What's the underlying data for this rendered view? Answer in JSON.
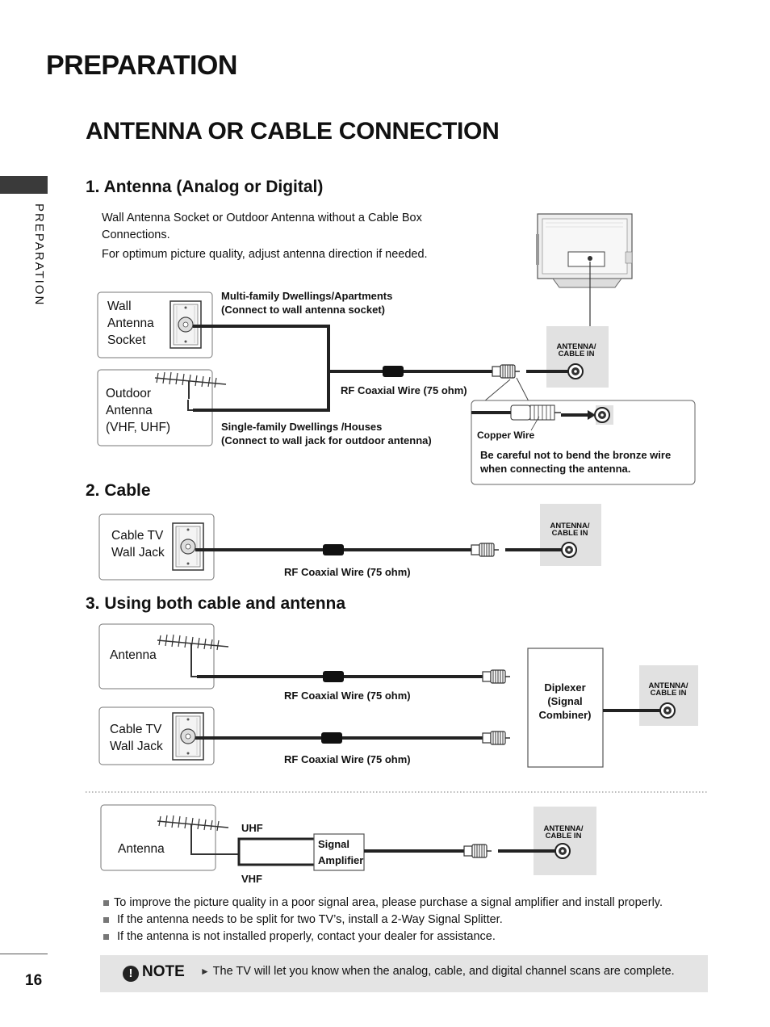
{
  "header": {
    "chapter": "PREPARATION",
    "title": "ANTENNA OR CABLE CONNECTION",
    "side_tab": "PREPARATION",
    "page_number": "16"
  },
  "section1": {
    "heading": "1. Antenna (Analog or Digital)",
    "intro_line1": "Wall Antenna Socket or Outdoor Antenna without a Cable Box Connections.",
    "intro_line2": "For optimum picture quality, adjust antenna direction if needed.",
    "wall_socket_label_1": "Wall",
    "wall_socket_label_2": "Antenna",
    "wall_socket_label_3": "Socket",
    "outdoor_label_1": "Outdoor",
    "outdoor_label_2": "Antenna",
    "outdoor_label_3": "(VHF, UHF)",
    "multi_family_1": "Multi-family Dwellings/Apartments",
    "multi_family_2": "(Connect to wall antenna socket)",
    "single_family_1": "Single-family Dwellings /Houses",
    "single_family_2": "(Connect to wall jack for outdoor antenna)",
    "wire_label": "RF Coaxial Wire (75 ohm)",
    "jack_label_1": "ANTENNA/",
    "jack_label_2": "CABLE IN",
    "copper_wire": "Copper Wire",
    "caution_1": "Be careful not to bend the bronze wire",
    "caution_2": "when connecting the antenna."
  },
  "section2": {
    "heading": "2. Cable",
    "jack_label_1": "Cable TV",
    "jack_label_2": "Wall Jack",
    "wire_label": "RF Coaxial Wire (75 ohm)",
    "in_label_1": "ANTENNA/",
    "in_label_2": "CABLE IN"
  },
  "section3": {
    "heading": "3. Using both cable and antenna",
    "antenna_label": "Antenna",
    "cable_label_1": "Cable TV",
    "cable_label_2": "Wall Jack",
    "wire_label_1": "RF Coaxial Wire (75 ohm)",
    "wire_label_2": "RF Coaxial Wire (75 ohm)",
    "diplexer_1": "Diplexer",
    "diplexer_2": "(Signal",
    "diplexer_3": "Combiner)",
    "in_label_1": "ANTENNA/",
    "in_label_2": "CABLE IN"
  },
  "amplifier": {
    "antenna_label": "Antenna",
    "uhf": "UHF",
    "vhf": "VHF",
    "amp_1": "Signal",
    "amp_2": "Amplifier",
    "in_label_1": "ANTENNA/",
    "in_label_2": "CABLE IN"
  },
  "bullets": [
    "To improve the picture quality in a poor signal area, please purchase a signal amplifier and install properly.",
    "If the antenna needs to be split for two TV’s, install a 2-Way Signal Splitter.",
    "If the antenna is not installed properly, contact your dealer for assistance."
  ],
  "note": {
    "badge": "!",
    "word": "NOTE",
    "arrow": "►",
    "text": "The TV will let you know when the analog, cable, and digital channel scans are complete."
  }
}
